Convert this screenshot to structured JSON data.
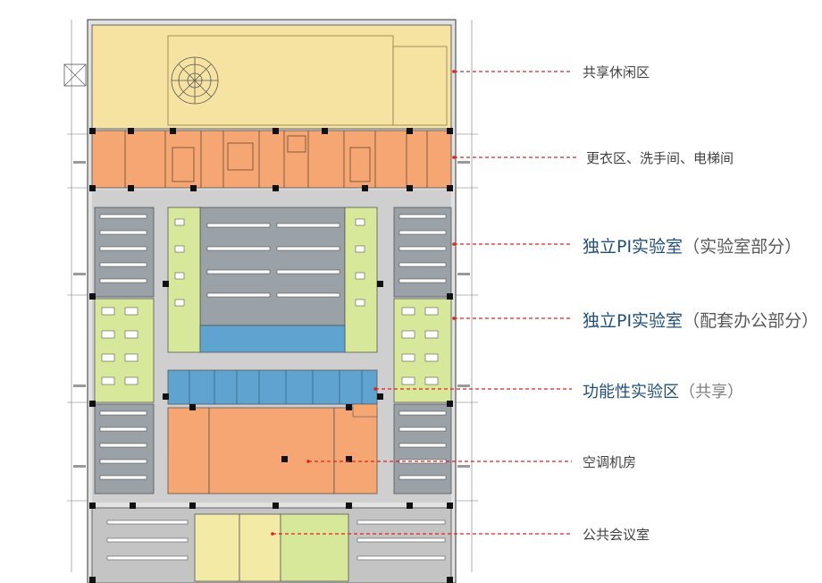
{
  "annotations": {
    "lounge": "共享休闲区",
    "changing": "更衣区、洗手间、电梯间",
    "pi_lab_main": "独立PI实验室",
    "pi_lab_paren": "（实验室部分）",
    "pi_office_main": "独立PI实验室",
    "pi_office_paren": "（配套办公部分）",
    "functional_main": "功能性实验区",
    "functional_paren": "（共享）",
    "hvac": "空调机房",
    "meeting": "公共会议室"
  },
  "colors": {
    "lounge": "#f7e3a1",
    "service": "#f5a673",
    "pi_lab": "#9aa2a8",
    "pi_office": "#d8e89a",
    "functional": "#5fa3d1",
    "hvac": "#f5a673",
    "meeting": "#f3eaa6",
    "corridor": "#cfcfcf",
    "leader": "#e02020"
  }
}
